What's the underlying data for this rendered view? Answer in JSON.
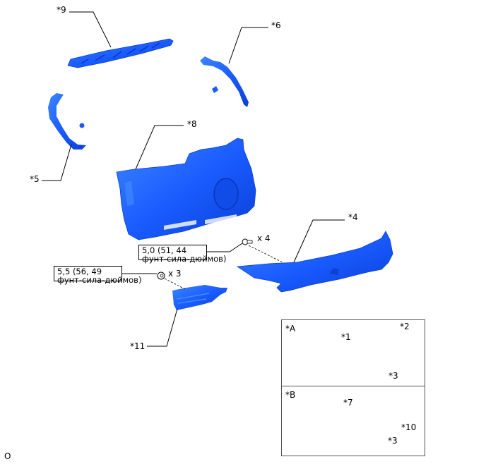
{
  "diagram": {
    "title": "Back door trim assembly exploded view",
    "part_color": "#1a5cff",
    "callouts": [
      {
        "id": "9",
        "label": "*9"
      },
      {
        "id": "6",
        "label": "*6"
      },
      {
        "id": "5",
        "label": "*5"
      },
      {
        "id": "8",
        "label": "*8"
      },
      {
        "id": "4",
        "label": "*4"
      },
      {
        "id": "11",
        "label": "*11"
      },
      {
        "id": "1",
        "label": "*1"
      },
      {
        "id": "2",
        "label": "*2"
      },
      {
        "id": "3a",
        "label": "*3"
      },
      {
        "id": "7",
        "label": "*7"
      },
      {
        "id": "10",
        "label": "*10"
      },
      {
        "id": "3b",
        "label": "*3"
      }
    ],
    "fasteners": [
      {
        "qty": "x 4",
        "torque_line1": "5,0 (51, 44",
        "torque_line2": "фунт-сила-дюймов)"
      },
      {
        "qty": "x 3",
        "torque_line1": "5,5 (56, 49",
        "torque_line2": "фунт-сила-дюймов)"
      }
    ],
    "insets": [
      {
        "title": "*A"
      },
      {
        "title": "*B"
      }
    ],
    "footer_code": "O"
  }
}
